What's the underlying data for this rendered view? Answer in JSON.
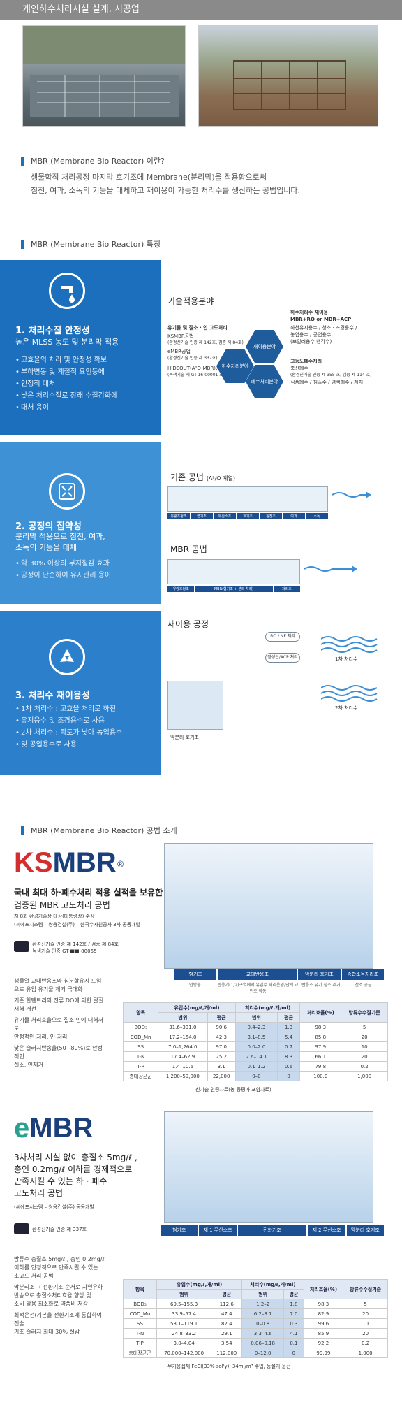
{
  "header": {
    "title": "개인하수처리시설 설계. 시공업"
  },
  "intro": {
    "title": "MBR (Membrane Bio Reactor) 이란?",
    "text1": "생물학적 처리공정 마지막 호기조에 Membrane(분리막)을 적용함으로써",
    "text2": "침전, 여과, 소독의 기능을 대체하고 재이용이 가능한 처리수를 생산하는 공법입니다."
  },
  "features_title": "MBR (Membrane Bio Reactor) 특징",
  "features": [
    {
      "title": "1. 처리수질 안정성",
      "sub": "높은 MLSS 농도 및 분리막 적용",
      "bullets": [
        "고효율의 처리 및 안정성 확보",
        "부하변동 및 계절적 요인등에",
        "인정적 대처",
        "낮은 처리수질로 장래 수질강화에",
        "대처 용이"
      ]
    },
    {
      "title": "2. 공정의 집약성",
      "sub1": "분리막 적용으로 침전, 여과,",
      "sub2": "소독의 기능을 대체",
      "bullets": [
        "약 30% 이상의  부지절감 효과",
        "공정이 단순하여 유지관리 용이"
      ]
    },
    {
      "title": "3. 처리수 재이용성",
      "bullets": [
        "1차 처리수 : 고효율 처리로 하천",
        "유지용수 및 조경용수로 사용",
        "2차 처리수 : 탁도가 낮아 농업용수",
        "및 공업용수로 사용"
      ]
    }
  ],
  "diagram1": {
    "title": "기술적용분야",
    "hex": [
      "하수처리분야",
      "재이용분야",
      "폐수처리분야"
    ],
    "left_top": "유기물 및 질소 · 인 고도처리",
    "left_top_items": [
      "KSMBR공법",
      "(환경신기술 인증 제 142호, 검증 제 84호)",
      "eMBR공법",
      "(환경신기술 인증 제 337호)"
    ],
    "left_bottom": "HIDEOUT(A²O-MBR)공법",
    "left_bottom_sub": "(녹색기술 제 GT-16-00001 호)",
    "right_top": "하수처리수 재이용",
    "right_top_sub": "MBR+RO or MBR+ACP",
    "right_top_items": [
      "하천유지용수 / 청소 · 조경용수 /",
      "농업용수 / 공업용수",
      "(보일러용수 냉각수)"
    ],
    "right_bottom": "고농도폐수처리",
    "right_bottom_title": "축산폐수",
    "right_bottom_items": [
      "(환경신기술 인증 제 355 호, 검증 제 114 호)",
      "식품폐수 / 침출수 / 염색폐수 / 제지"
    ]
  },
  "diagram2": {
    "label1": "기존 공법",
    "label1b": "(A²/O 계열)",
    "label2": "MBR 공법",
    "process": [
      "유량조정조",
      "혐기조",
      "무산소조",
      "호기조",
      "침전조",
      "여과",
      "소독"
    ],
    "mbr_process": [
      "유량조정조",
      "MBR(혐기조 + 분리 처리)",
      "처리조"
    ]
  },
  "diagram3": {
    "title": "재이용 공정",
    "labels": [
      "RO / NF 처리",
      "활성탄/ACP 처리",
      "1차 처리수",
      "2차 처리수",
      "막분리 호기조"
    ]
  },
  "intro2_title": "MBR (Membrane Bio Reactor) 공법 소개",
  "ksmbr": {
    "brand": "KSMBR",
    "reg": "®",
    "tag1": "국내 최대 하·폐수처리 적용 실적을 보유한",
    "tag2": "검증된 MBR  고도처리 공법",
    "b1": "지 8회 환경기술상 대상(대통령상) 수상",
    "b2": "(씨에프시스템 – 쌍용건설(주) – 한국수자원공사 3사 공동개발",
    "cert": "환경신기술 인증 제 142호 / 검증 제 84호",
    "cert2": "녹색기술 인증 GT-■■-00065",
    "notes": [
      "생물열 교대반응조와 침분할유지 도입",
      "으로 유입 유기물 제거 극대화",
      "기존 한텐트리의 전류 DO에 의한 탈질",
      "저해 개선",
      "유기물 처리효율으로 질소·인에 대해서도",
      "안정적인 처리, 인 처리",
      "낮은 슬러지반송율(50~80%)로 안정적인",
      "질소, 인제거"
    ],
    "process": [
      "혐기조",
      "교대반응조",
      "막분리 호기조",
      "종합소독처리조"
    ],
    "process_desc": [
      "인방출",
      "반응기(1/2)구역에서 유입수 처리운영/단계 교번조 작동",
      "반응조 유기 질소 제거",
      "산소 공급"
    ],
    "table": {
      "headers": [
        "항목",
        "유입수(mg/ℓ,개/ml)",
        "",
        "처리수(mg/ℓ,개/ml)",
        "",
        "처리효율(%)",
        "방류수수질기준"
      ],
      "sub": [
        "",
        "범위",
        "평균",
        "범위",
        "평균",
        "",
        ""
      ],
      "rows": [
        [
          "BOD₅",
          "31.6–331.0",
          "90.6",
          "0.4–2.3",
          "1.3",
          "98.3",
          "5"
        ],
        [
          "COD_Mn",
          "17.2–154.0",
          "42.3",
          "3.1–8.5",
          "5.4",
          "85.8",
          "20"
        ],
        [
          "SS",
          "7.0–1,264.0",
          "97.0",
          "0.0–2.0",
          "0.7",
          "97.9",
          "10"
        ],
        [
          "T-N",
          "17.4–62.9",
          "25.2",
          "2.6–14.1",
          "8.3",
          "66.1",
          "20"
        ],
        [
          "T-P",
          "1.4–10.6",
          "3.1",
          "0.1–1.2",
          "0.6",
          "79.8",
          "0.2"
        ],
        [
          "총대장균군",
          "1,200–59,000",
          "22,000",
          "0–0",
          "0",
          "100.0",
          "1,000"
        ]
      ],
      "footnote": "신기술 인증자료(농 등평가 포함자료)"
    }
  },
  "embr": {
    "brand": "MBR",
    "brand_e": "e",
    "tag1": "3차처리 시설 없이 총질소 5mg/ℓ ,",
    "tag2": "총인 0.2mg/ℓ 이하를 경제적으로",
    "tag3": "만족시킬 수 있는 하 · 폐수",
    "tag4": "고도처리 공법",
    "b1": "(씨에프시스템 – 쌍용건설(주) 공동개발",
    "cert": "환경신기술 인증 제 337호",
    "notes": [
      "방류수 총질소 5mg/ℓ , 총인 0.2mg/ℓ",
      "이하를 안정적으로 만족시킬 수 있는",
      "초고도 처리 공법",
      "막분리조 → 전환기조 순서로 자연유하",
      "반송으로 총질소처리효율 향상 및",
      "소비 활용 최소화로 약품비 저감",
      "최적운전(기본을 전환기조에 통합하여 전술",
      "기조 슬러지 최대 30% 절감"
    ],
    "process": [
      "혐기조",
      "제 1 무산소조",
      "전화기조",
      "제 2 무산소조",
      "막분리 호기조"
    ],
    "table": {
      "rows": [
        [
          "BOD₅",
          "69.5–155.3",
          "112.6",
          "1.2–2",
          "1.8",
          "98.3",
          "5"
        ],
        [
          "COD_Mn",
          "33.9–57.4",
          "47.4",
          "6.2–8.7",
          "7.0",
          "82.9",
          "20"
        ],
        [
          "SS",
          "53.1–119.1",
          "82.4",
          "0–0.8",
          "0.3",
          "99.6",
          "10"
        ],
        [
          "T-N",
          "24.8–33.2",
          "29.1",
          "3.3–4.6",
          "4.1",
          "85.9",
          "20"
        ],
        [
          "T-P",
          "3.0–4.04",
          "3.54",
          "0.06–0.18",
          "0.1",
          "92.2",
          "0.2"
        ],
        [
          "총대장균군",
          "70,000–142,000",
          "112,000",
          "0–12.0",
          "0",
          "99.99",
          "1,000"
        ]
      ],
      "footnote": "무기응집제 FeCl(33% sol'y), 34ml/m³ 주입,  동절기 운전"
    }
  }
}
